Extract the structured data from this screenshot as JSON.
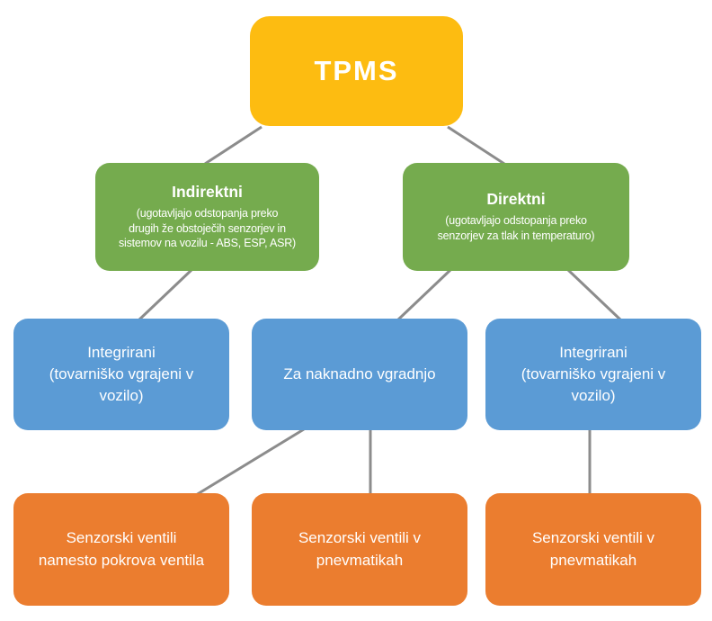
{
  "colors": {
    "root_yellow": "#FDBC11",
    "level2_green": "#75AB4E",
    "level3_blue": "#5B9BD5",
    "level4_orange": "#EB7D2F",
    "connector_gray": "#8C8C8C",
    "text_white": "#FFFFFF",
    "background": "#FFFFFF"
  },
  "nodes": {
    "tpms": {
      "label": "TPMS"
    },
    "indirect": {
      "title": "Indirektni",
      "desc": "(ugotavljajo odstopanja preko\ndrugih že obstoječih senzorjev in\nsistemov na vozilu - ABS, ESP, ASR)"
    },
    "direct": {
      "title": "Direktni",
      "desc": "(ugotavljajo odstopanja preko\nsenzorjev za tlak in temperaturo)"
    },
    "integrated_left": {
      "label": "Integrirani\n(tovarniško vgrajeni v\nvozilo)"
    },
    "retrofit": {
      "label": "Za naknadno vgradnjo"
    },
    "integrated_right": {
      "label": "Integrirani\n(tovarniško vgrajeni v\nvozilo)"
    },
    "valve_cap": {
      "label": "Senzorski ventili\nnamesto pokrova ventila"
    },
    "valve_tire_mid": {
      "label": "Senzorski ventili v\npnevmatikah"
    },
    "valve_tire_right": {
      "label": "Senzorski ventili v\npnevmatikah"
    }
  },
  "edges": [
    {
      "from": "tpms",
      "to": "indirect"
    },
    {
      "from": "tpms",
      "to": "direct"
    },
    {
      "from": "indirect",
      "to": "integrated_left"
    },
    {
      "from": "direct",
      "to": "retrofit"
    },
    {
      "from": "direct",
      "to": "integrated_right"
    },
    {
      "from": "retrofit",
      "to": "valve_cap"
    },
    {
      "from": "retrofit",
      "to": "valve_tire_mid"
    },
    {
      "from": "integrated_right",
      "to": "valve_tire_right"
    }
  ]
}
